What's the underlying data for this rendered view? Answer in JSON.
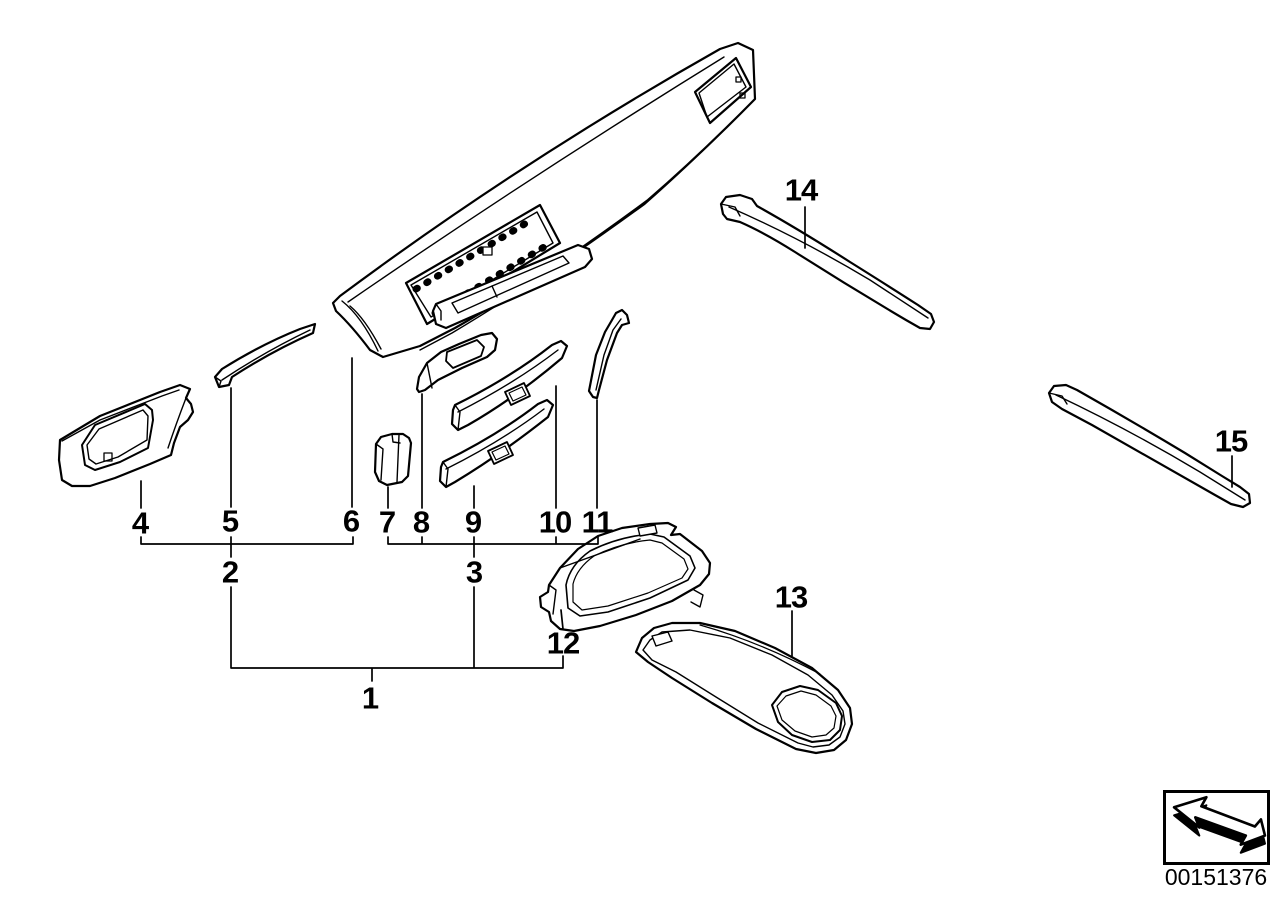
{
  "page": {
    "kind": "exploded-parts-diagram",
    "subject": "dashboard wood trim panels, instrument panel and centre console covers",
    "background_color": "#ffffff",
    "line_color": "#000000"
  },
  "callouts": [
    {
      "id": 1,
      "label": "1"
    },
    {
      "id": 2,
      "label": "2"
    },
    {
      "id": 3,
      "label": "3"
    },
    {
      "id": 4,
      "label": "4"
    },
    {
      "id": 5,
      "label": "5"
    },
    {
      "id": 6,
      "label": "6"
    },
    {
      "id": 7,
      "label": "7"
    },
    {
      "id": 8,
      "label": "8"
    },
    {
      "id": 9,
      "label": "9"
    },
    {
      "id": 10,
      "label": "10"
    },
    {
      "id": 11,
      "label": "11"
    },
    {
      "id": 12,
      "label": "12"
    },
    {
      "id": 13,
      "label": "13"
    },
    {
      "id": 14,
      "label": "14"
    },
    {
      "id": 15,
      "label": "15"
    }
  ],
  "groups": {
    "group_1_members": [
      "2",
      "3",
      "12"
    ],
    "group_2_members": [
      "4",
      "5",
      "6"
    ],
    "group_3_members": [
      "7",
      "8",
      "9",
      "10",
      "11"
    ]
  },
  "stamp": {
    "doc_number": "00151376",
    "icon": "arrow-up-left-3d"
  }
}
